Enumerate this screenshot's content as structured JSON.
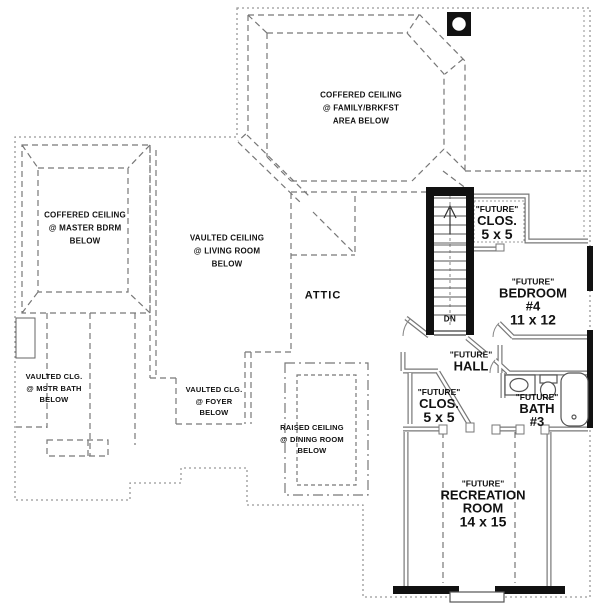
{
  "colors": {
    "background": "#ffffff",
    "dashed_line": "#777777",
    "boundary_dotted": "#999999",
    "solid_wall": "#111111",
    "text": "#111111"
  },
  "plan": {
    "ceiling_notes": {
      "family": [
        "COFFERED CEILING",
        "@ FAMILY/BRKFST",
        "AREA BELOW"
      ],
      "master": [
        "COFFERED CEILING",
        "@ MASTER BDRM",
        "BELOW"
      ],
      "living": [
        "VAULTED CEILING",
        "@ LIVING ROOM",
        "BELOW"
      ],
      "mstr_bath": [
        "VAULTED CLG.",
        "@ MSTR BATH",
        "BELOW"
      ],
      "foyer": [
        "VAULTED CLG.",
        "@ FOYER",
        "BELOW"
      ],
      "dining": [
        "RAISED CEILING",
        "@ DINING ROOM",
        "BELOW"
      ]
    },
    "areas": {
      "attic": "ATTIC",
      "closet_upper": {
        "tag": "\"FUTURE\"",
        "name": "CLOS.",
        "dim": "5 x 5"
      },
      "bedroom4": {
        "tag": "\"FUTURE\"",
        "name": "BEDROOM #4",
        "dim": "11 x 12"
      },
      "hall": {
        "tag": "\"FUTURE\"",
        "name": "HALL"
      },
      "closet_lower": {
        "tag": "\"FUTURE\"",
        "name": "CLOS.",
        "dim": "5 x 5"
      },
      "bath3": {
        "tag": "\"FUTURE\"",
        "name": "BATH",
        "dim": "#3"
      },
      "recreation": {
        "tag": "\"FUTURE\"",
        "name": "RECREATION ROOM",
        "dim": "14 x 15"
      }
    },
    "stairs": {
      "direction": "DN"
    }
  }
}
